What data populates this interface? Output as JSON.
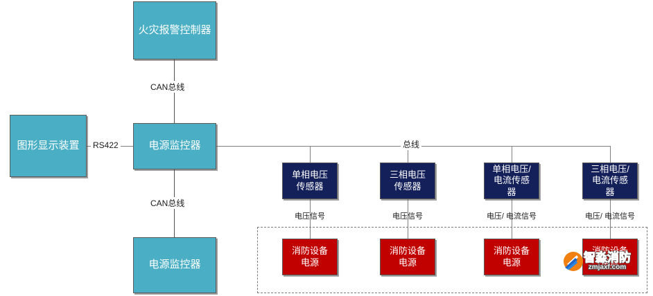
{
  "diagram": {
    "nodes": {
      "fire_alarm_controller": "火灾报警控制器",
      "graphic_display": "图形显示装置",
      "power_monitor_main": "电源监控器",
      "power_monitor_secondary": "电源监控器",
      "sensor_1": "单相电压\n传感器",
      "sensor_2": "三相电压\n传感器",
      "sensor_3": "单相电压/\n电流传感\n器",
      "sensor_4": "三相电压/\n电流传感\n器",
      "device_power_1": "消防设备\n电源",
      "device_power_2": "消防设备\n电源",
      "device_power_3": "消防设备\n电源",
      "device_power_4": "消防设备\n电源"
    },
    "edge_labels": {
      "can_bus_top": "CAN总线",
      "rs422": "RS422",
      "can_bus_bottom": "CAN总线",
      "main_bus": "总线"
    },
    "signal_labels": {
      "signal_1": "电压信号",
      "signal_2": "电压信号",
      "signal_3": "电压/ 电流信号",
      "signal_4": "电压/ 电流信号"
    },
    "watermark": {
      "brand": "智淼消防",
      "url": "zmjaxf.com"
    },
    "colors": {
      "teal": "#4AAFC4",
      "navy": "#14205A",
      "red": "#C10000",
      "line": "#808080",
      "dashed": "#7a7a7a"
    }
  }
}
